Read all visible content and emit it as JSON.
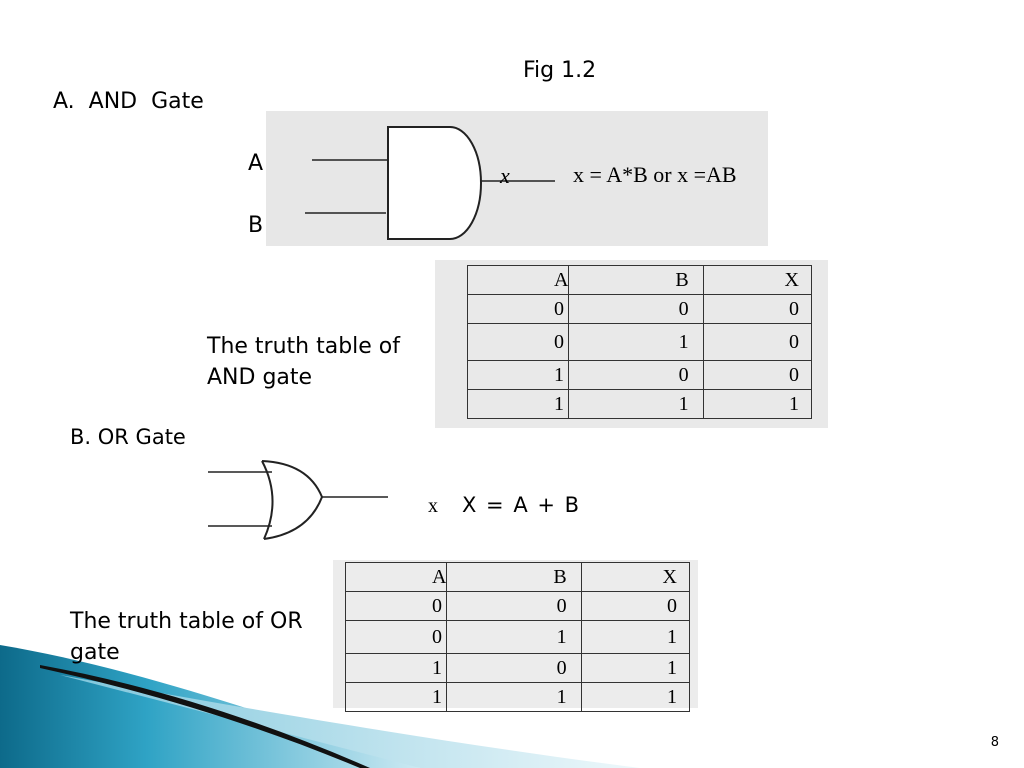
{
  "figure_label": "Fig 1.2",
  "and_section": {
    "title": "A.  AND  Gate",
    "input_a": "A",
    "input_b": "B",
    "output": "x",
    "equation": "x = A*B or x =AB",
    "caption_line1": "The truth table of",
    "caption_line2": "AND gate",
    "table": {
      "headers": [
        "A",
        "B",
        "X"
      ],
      "rows": [
        [
          "0",
          "0",
          "0"
        ],
        [
          "0",
          "1",
          "0"
        ],
        [
          "1",
          "0",
          "0"
        ],
        [
          "1",
          "1",
          "1"
        ]
      ]
    }
  },
  "or_section": {
    "title": "B. OR Gate",
    "output": "x",
    "equation": "X = A + B",
    "caption_line1": "The truth table of OR",
    "caption_line2": "gate",
    "table": {
      "headers": [
        "A",
        "B",
        "X"
      ],
      "rows": [
        [
          "0",
          "0",
          "0"
        ],
        [
          "0",
          "1",
          "1"
        ],
        [
          "1",
          "0",
          "1"
        ],
        [
          "1",
          "1",
          "1"
        ]
      ]
    }
  },
  "page_number": "8",
  "colors": {
    "wave_dark": "#0f6f8e",
    "wave_light": "#8fd0e4",
    "watermark": "#e7e7e7"
  }
}
